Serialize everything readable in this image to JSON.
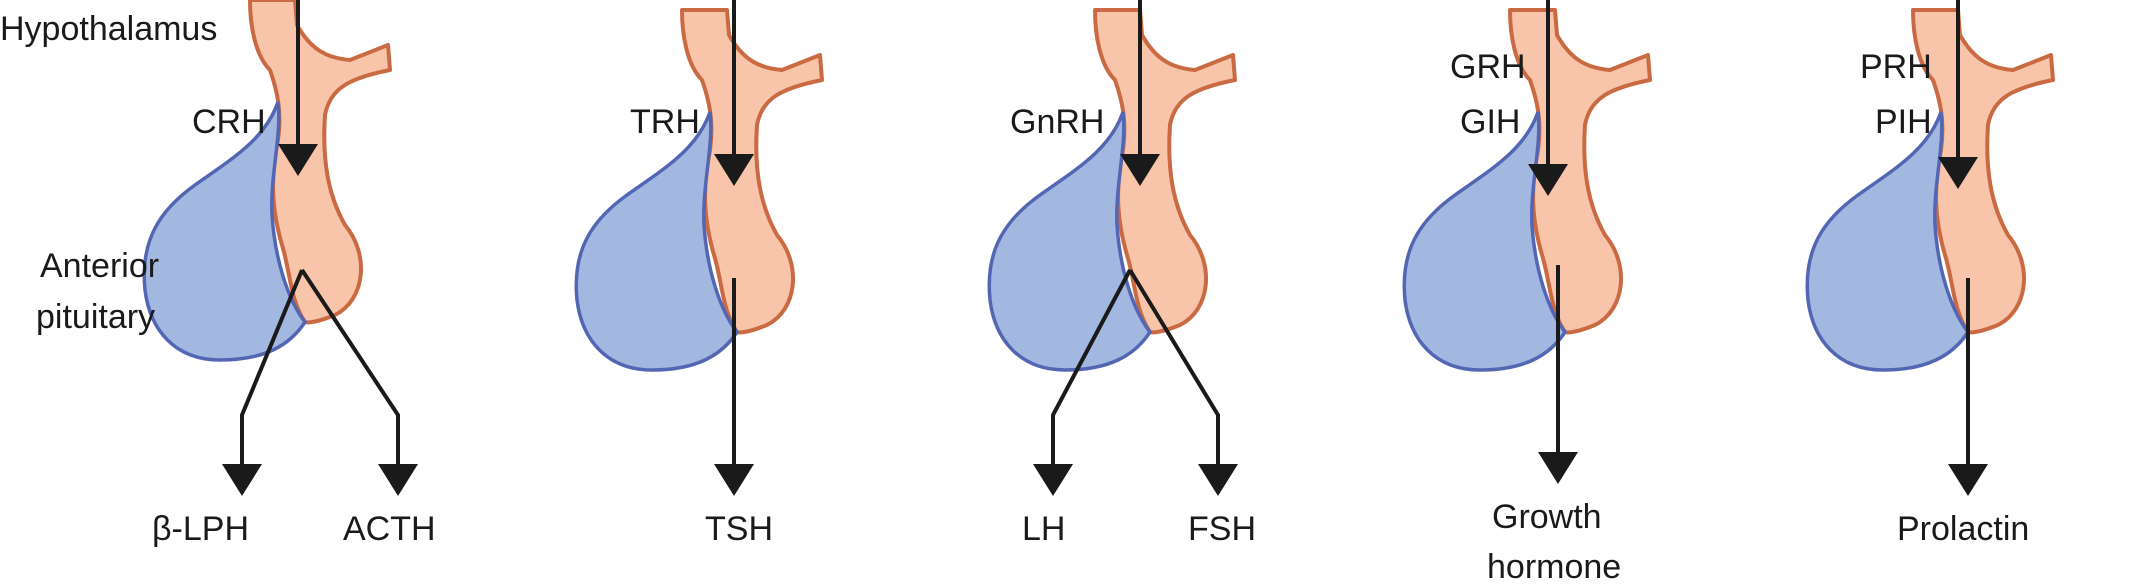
{
  "diagram": {
    "labels": {
      "hypothalamus": "Hypothalamus",
      "anterior_pituitary_line1": "Anterior",
      "anterior_pituitary_line2": "pituitary"
    },
    "axes": [
      {
        "releasing_hormones": [
          "CRH"
        ],
        "output_hormones": [
          "β-LPH",
          "ACTH"
        ]
      },
      {
        "releasing_hormones": [
          "TRH"
        ],
        "output_hormones": [
          "TSH"
        ]
      },
      {
        "releasing_hormones": [
          "GnRH"
        ],
        "output_hormones": [
          "LH",
          "FSH"
        ]
      },
      {
        "releasing_hormones": [
          "GRH",
          "GIH"
        ],
        "output_hormones": [
          "Growth",
          "hormone"
        ]
      },
      {
        "releasing_hormones": [
          "PRH",
          "PIH"
        ],
        "output_hormones": [
          "Prolactin"
        ]
      }
    ],
    "colors": {
      "anterior_fill": "#a2b8e0",
      "anterior_stroke": "#5366b3",
      "posterior_fill": "#f8c5ab",
      "posterior_stroke": "#c96a43",
      "arrow": "#1a1a1a",
      "text": "#1a1a1a"
    }
  }
}
